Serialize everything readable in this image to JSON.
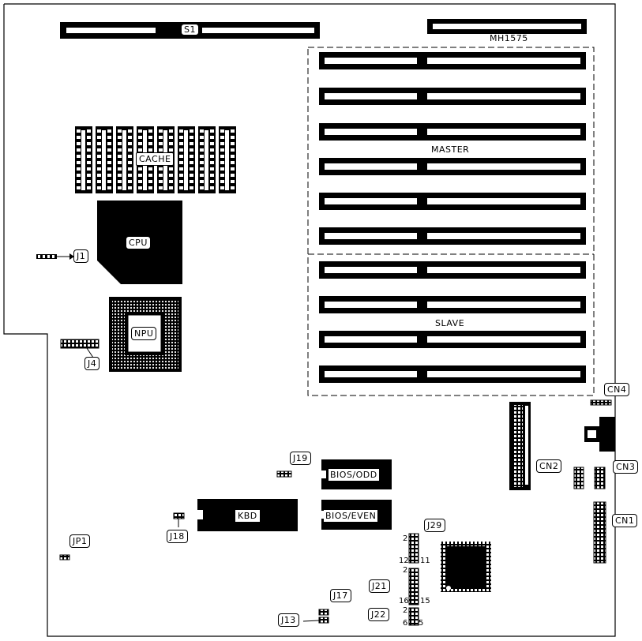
{
  "labels": {
    "s1": "S1",
    "mh1575": "MH1575",
    "master": "MASTER",
    "slave": "SLAVE",
    "cache": "CACHE",
    "cpu": "CPU",
    "npu": "NPU",
    "j1": "J1",
    "j4": "J4",
    "cn4": "CN4",
    "cn2": "CN2",
    "cn3": "CN3",
    "cn1": "CN1",
    "j19": "J19",
    "bios_odd": "BIOS/ODD",
    "bios_even": "BIOS/EVEN",
    "kbd": "KBD",
    "j18": "J18",
    "jp1": "JP1",
    "j29": "J29",
    "j21": "J21",
    "j17": "J17",
    "j13": "J13",
    "j22": "J22"
  },
  "pins": {
    "j29": [
      "2",
      "12",
      "11"
    ],
    "j21": [
      "2",
      "16",
      "15"
    ],
    "j22": [
      "2",
      "6",
      "5"
    ]
  }
}
